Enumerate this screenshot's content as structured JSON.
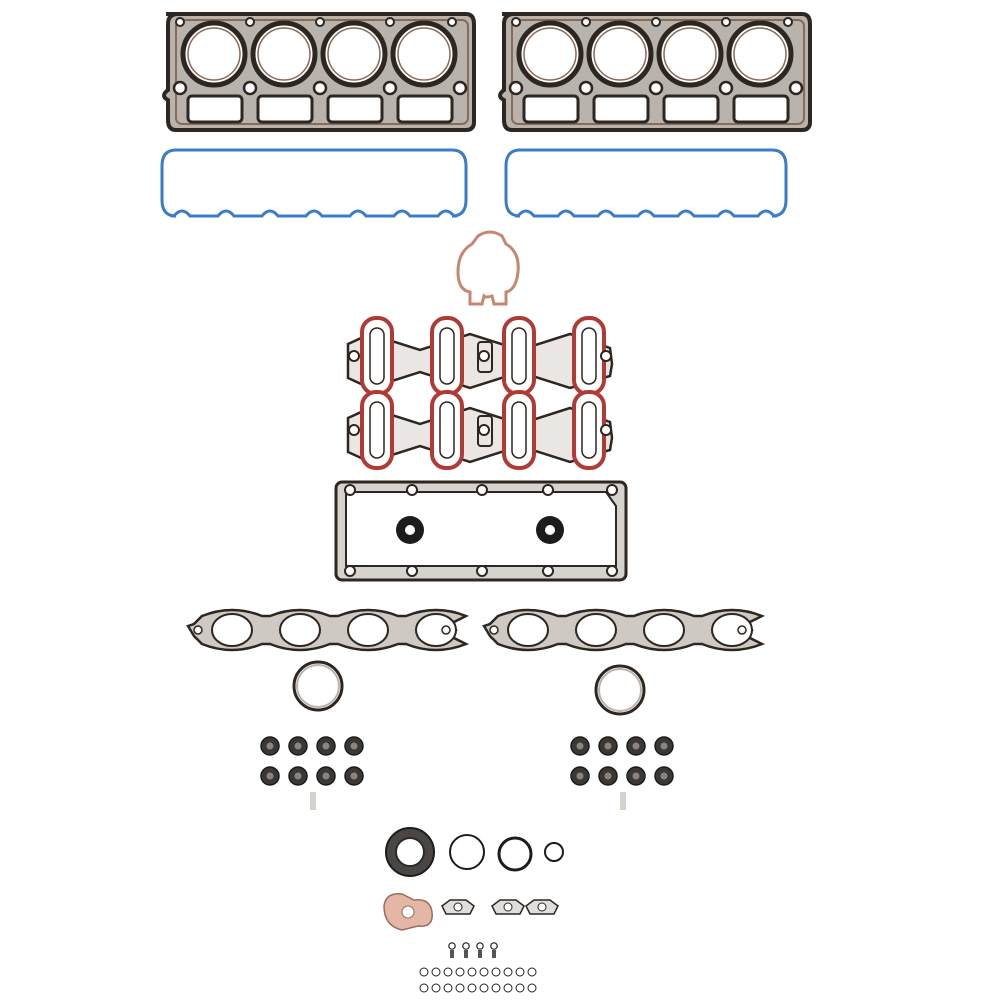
{
  "scene": {
    "background": "#ffffff",
    "description_visible_text": "",
    "colors": {
      "mls_dark": "#2e2620",
      "mls_brown": "#8a6a55",
      "steel_gray": "#b9b3ad",
      "blue_rubber": "#3b7cc9",
      "red_rubber": "#b23a35",
      "salmon_rubber": "#c9866f",
      "black_rubber": "#1c1c1c",
      "gray_paper": "#cfc9c4",
      "pink_paper": "#e3b6a6"
    }
  },
  "parts": {
    "head_gaskets": 2,
    "valve_cover_gaskets": 2,
    "throttle_body_gasket": 1,
    "intake_manifold_gaskets": 2,
    "valley_cover_gasket": 1,
    "exhaust_manifold_gaskets": 2,
    "exhaust_outlet_rings": 2,
    "valve_stem_seal_sets": 2,
    "valve_stem_seals_per_set": 8,
    "front_seal_set": 1,
    "small_misc_gaskets": 4,
    "tiny_o_rings": 24
  }
}
